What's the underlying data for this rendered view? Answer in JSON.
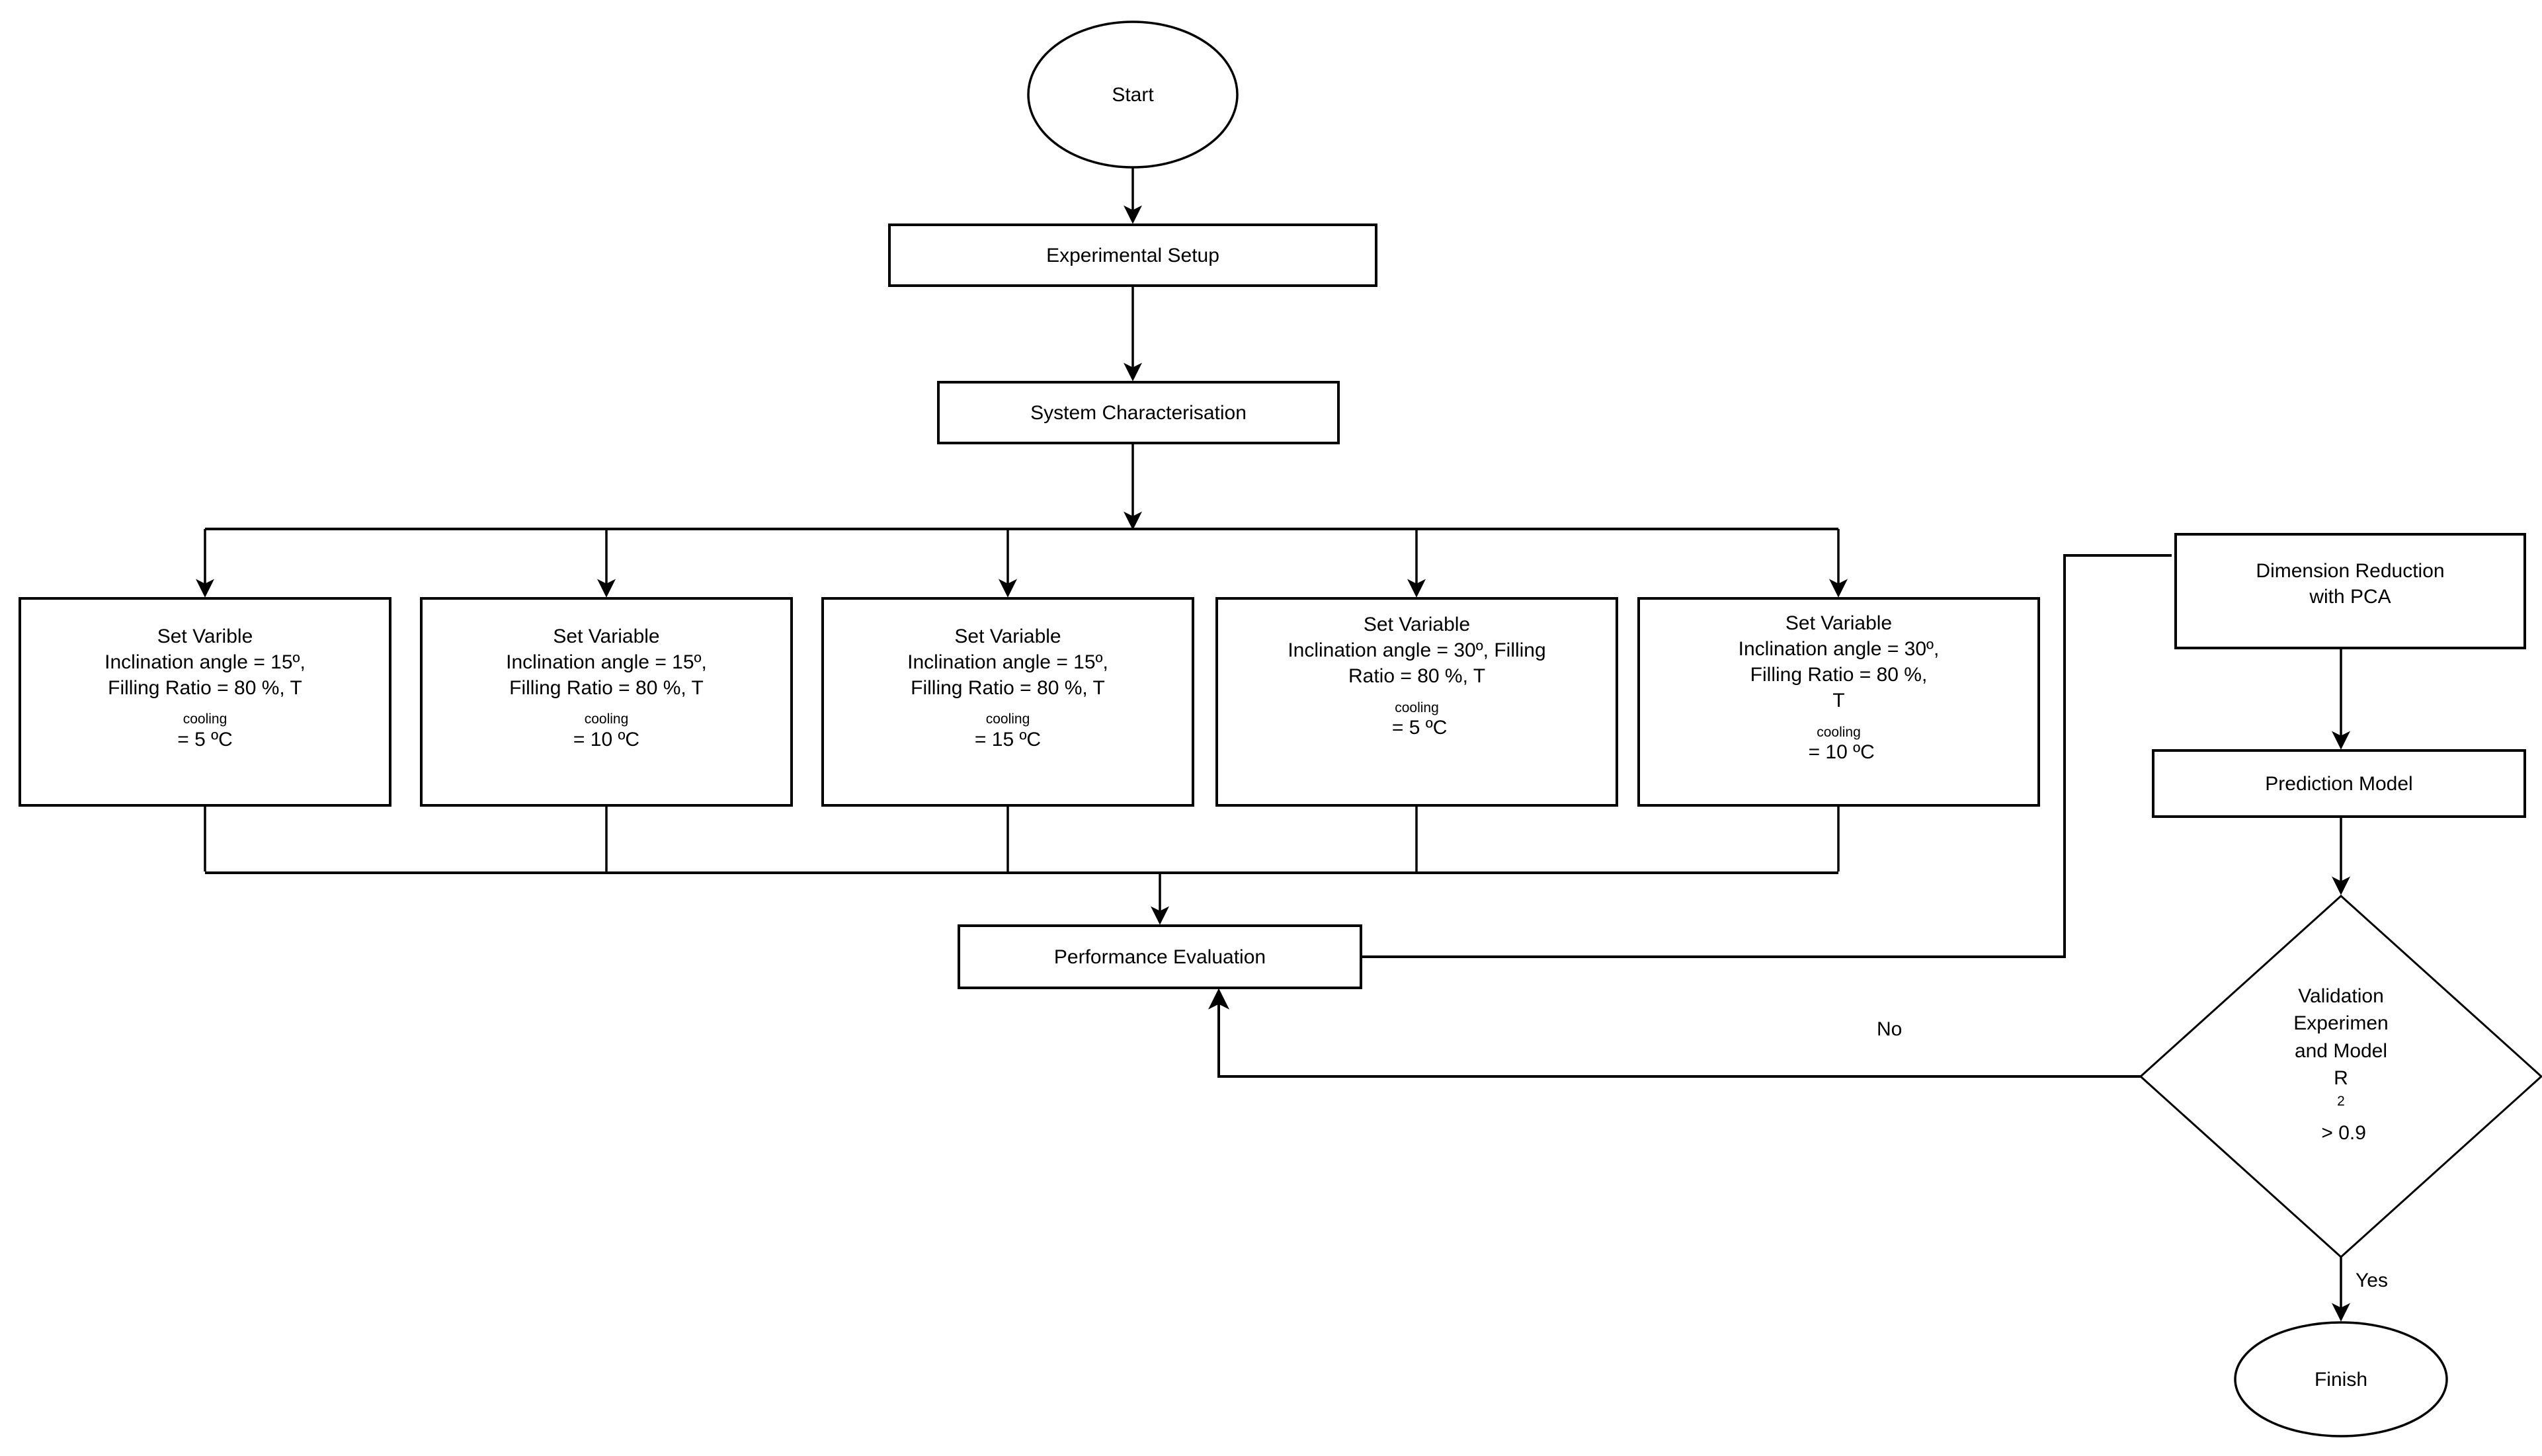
{
  "diagram": {
    "type": "flowchart",
    "orientation": "top-to-bottom",
    "background_color": "#ffffff",
    "line_color": "#000000",
    "text_color": "#000000"
  },
  "nodes": {
    "start": {
      "shape": "ellipse",
      "label": "Start"
    },
    "experimental_setup": {
      "shape": "process",
      "label": "Experimental Setup"
    },
    "system_characterisation": {
      "shape": "process",
      "label": "System Characterisation"
    },
    "variable_1": {
      "shape": "process",
      "title": "Set Varible",
      "line2": "Inclination angle = 15º,",
      "line3_pre": "Filling Ratio = 80 %, T",
      "line3_sub": "cooling",
      "line4": "= 5 ºC"
    },
    "variable_2": {
      "shape": "process",
      "title": "Set Variable",
      "line2": "Inclination angle = 15º,",
      "line3_pre": "Filling Ratio = 80 %, T",
      "line3_sub": "cooling",
      "line4": "= 10 ºC"
    },
    "variable_3": {
      "shape": "process",
      "title": "Set Variable",
      "line2": "Inclination angle = 15º,",
      "line3_pre": "Filling Ratio = 80 %, T",
      "line3_sub": "cooling",
      "line4": "= 15 ºC"
    },
    "variable_4": {
      "shape": "process",
      "title": "Set Variable",
      "line2": "Inclination angle = 30º, Filling",
      "line3_pre": "Ratio = 80 %, T",
      "line3_sub": "cooling",
      "line3_post": " = 5 ºC"
    },
    "variable_5": {
      "shape": "process",
      "title": "Set Variable",
      "line2": "Inclination angle = 30º,",
      "line3": "Filling Ratio = 80 %,",
      "line4_pre": "T",
      "line4_sub": "cooling",
      "line4_post": " = 10 ºC"
    },
    "performance_evaluation": {
      "shape": "process",
      "label": "Performance Evaluation"
    },
    "dimension_reduction": {
      "shape": "process",
      "line1": "Dimension Reduction",
      "line2": "with PCA"
    },
    "prediction_model": {
      "shape": "process",
      "label": "Prediction Model"
    },
    "validation": {
      "shape": "decision",
      "line1": "Validation",
      "line2": "Experimen",
      "line3": "and Model",
      "line4_pre": "R",
      "line4_sup": "2",
      "line4_post": " > 0.9"
    },
    "finish": {
      "shape": "ellipse",
      "label": "Finish"
    }
  },
  "edges": {
    "no_label": "No",
    "yes_label": "Yes"
  }
}
